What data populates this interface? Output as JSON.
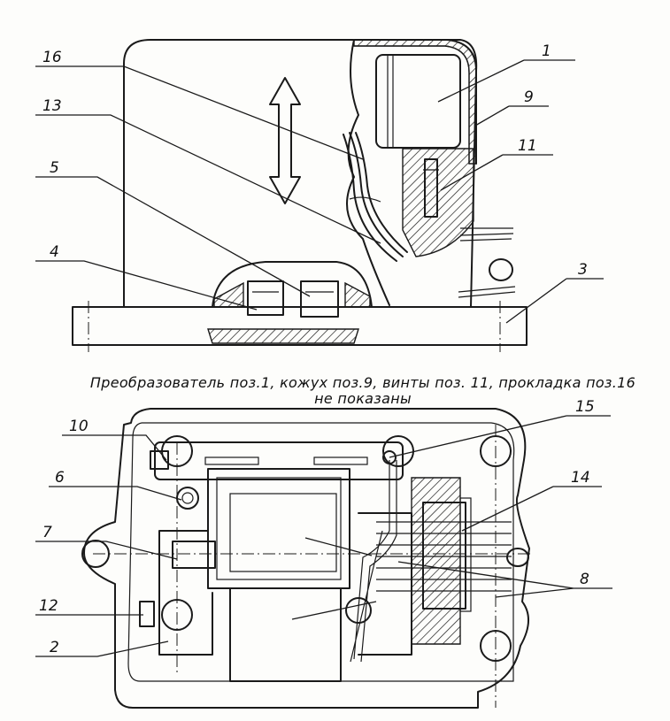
{
  "labels": {
    "l1": "1",
    "l2": "2",
    "l3": "3",
    "l4": "4",
    "l5": "5",
    "l6": "6",
    "l7": "7",
    "l8": "8",
    "l9": "9",
    "l10": "10",
    "l11": "11",
    "l12": "12",
    "l13": "13",
    "l14": "14",
    "l15": "15",
    "l16": "16"
  },
  "caption": {
    "line1": "Преобразователь поз.1, кожух поз.9, винты поз. 11, прокладка поз.16",
    "line2": "не показаны"
  }
}
